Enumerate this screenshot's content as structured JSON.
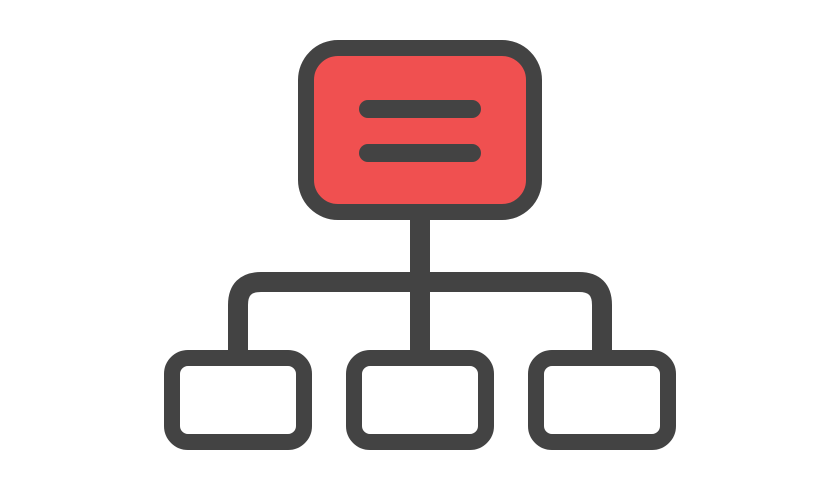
{
  "icon": {
    "name": "hierarchy-org-chart-icon",
    "colors": {
      "stroke": "#434343",
      "parent_fill": "#F05050",
      "child_fill": "#FFFFFF",
      "background": "#FFFFFF"
    },
    "parent_node": {
      "icon": "menu-lines",
      "line_count": 2
    },
    "child_node_count": 3
  }
}
